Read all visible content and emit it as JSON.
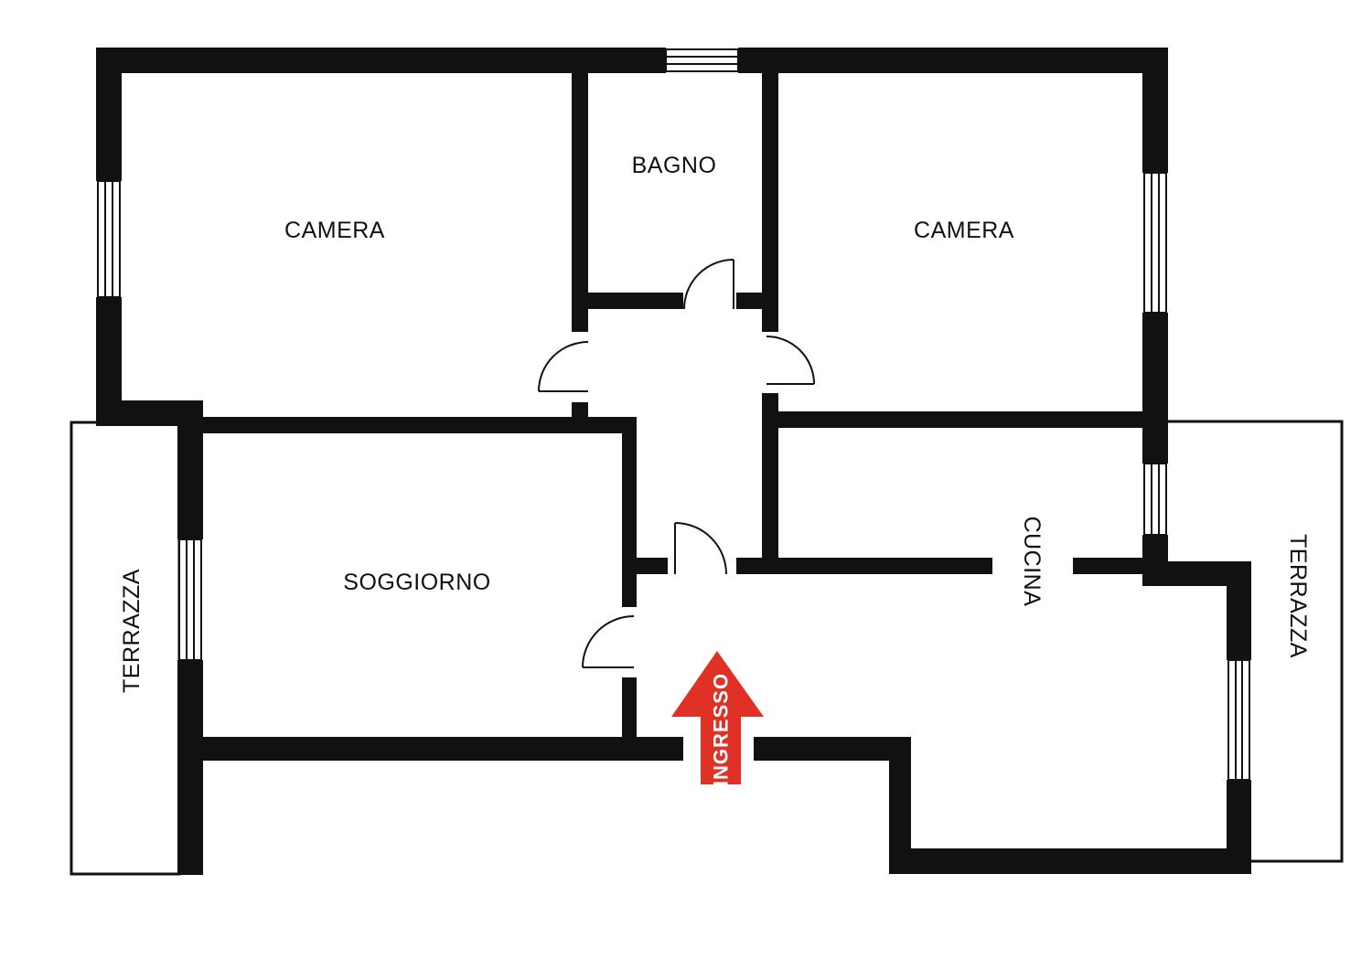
{
  "colors": {
    "wall": "#111111",
    "background": "#ffffff",
    "entrance_arrow": "#e03127",
    "entrance_text": "#ffffff"
  },
  "rooms": {
    "camera_left": "CAMERA",
    "bagno": "BAGNO",
    "camera_right": "CAMERA",
    "soggiorno": "SOGGIORNO",
    "cucina": "CUCINA",
    "terrazza_left": "TERRAZZA",
    "terrazza_right": "TERRAZZA"
  },
  "entrance": {
    "label": "INGRESSO",
    "icon": "arrow-up-icon"
  }
}
